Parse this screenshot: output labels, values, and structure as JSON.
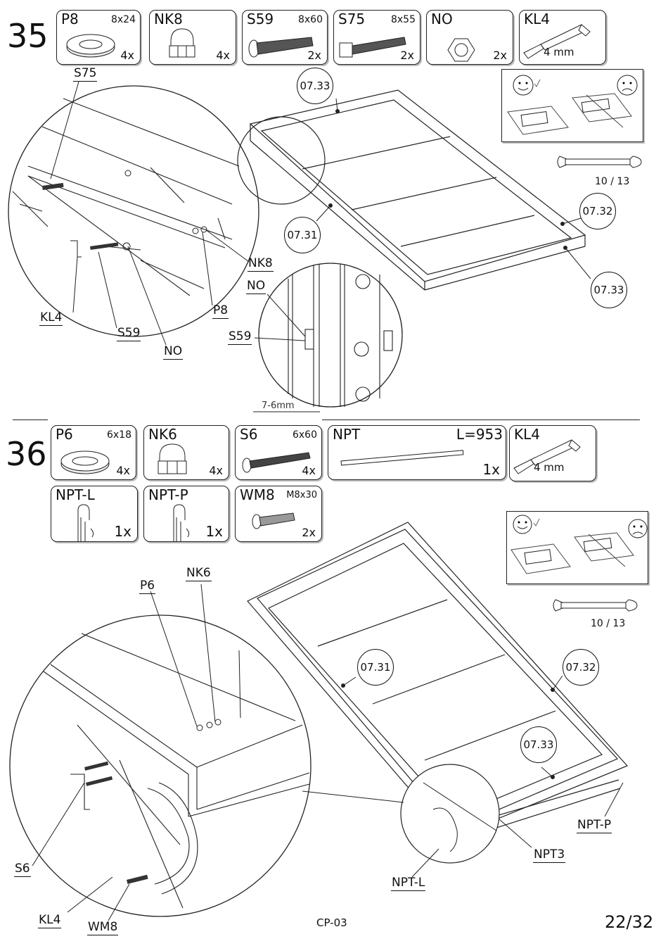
{
  "step35": {
    "number": "35",
    "parts": [
      {
        "code": "P8",
        "dim": "8x24",
        "qty": "4x",
        "icon": "washer-icon"
      },
      {
        "code": "NK8",
        "dim": "",
        "qty": "4x",
        "icon": "cap-nut-icon"
      },
      {
        "code": "S59",
        "dim": "8x60",
        "qty": "2x",
        "icon": "bolt-icon"
      },
      {
        "code": "S75",
        "dim": "8x55",
        "qty": "2x",
        "icon": "hex-bolt-icon"
      },
      {
        "code": "NO",
        "dim": "",
        "qty": "2x",
        "icon": "hex-nut-icon"
      },
      {
        "code": "KL4",
        "label": "4 mm",
        "icon": "allen-key-icon"
      }
    ],
    "callouts": {
      "s75": "S75",
      "kl4": "KL4",
      "s59": "S59",
      "no": "NO",
      "p8": "P8",
      "nk8": "NK8",
      "no_detail": "NO",
      "s59_detail": "S59"
    },
    "refs": {
      "r1": "07.33",
      "r2": "07.31",
      "r3": "07.32",
      "r4": "07.33"
    },
    "wrench": "10 / 13",
    "gap": "7-6mm"
  },
  "step36": {
    "number": "36",
    "parts": [
      {
        "code": "P6",
        "dim": "6x18",
        "qty": "4x",
        "icon": "washer-icon"
      },
      {
        "code": "NK6",
        "dim": "",
        "qty": "4x",
        "icon": "cap-nut-icon"
      },
      {
        "code": "S6",
        "dim": "6x60",
        "qty": "4x",
        "icon": "bolt-icon"
      },
      {
        "code": "NPT",
        "dim": "L=953",
        "qty": "1x",
        "icon": "rod-icon"
      },
      {
        "code": "KL4",
        "label": "4 mm",
        "icon": "allen-key-icon"
      }
    ],
    "parts2": [
      {
        "code": "NPT-L",
        "dim": "",
        "qty": "1x",
        "icon": "bracket-icon"
      },
      {
        "code": "NPT-P",
        "dim": "",
        "qty": "1x",
        "icon": "bracket-icon"
      },
      {
        "code": "WM8",
        "dim": "M8x30",
        "qty": "2x",
        "icon": "screw-icon"
      }
    ],
    "callouts": {
      "p6": "P6",
      "nk6": "NK6",
      "s6": "S6",
      "kl4": "KL4",
      "wm8": "WM8",
      "nptp": "NPT-P",
      "npt3": "NPT3",
      "nptl": "NPT-L"
    },
    "refs": {
      "r1": "07.31",
      "r2": "07.32",
      "r3": "07.33"
    },
    "wrench": "10 / 13"
  },
  "footer": {
    "doc": "CP-03",
    "page": "22/32"
  }
}
